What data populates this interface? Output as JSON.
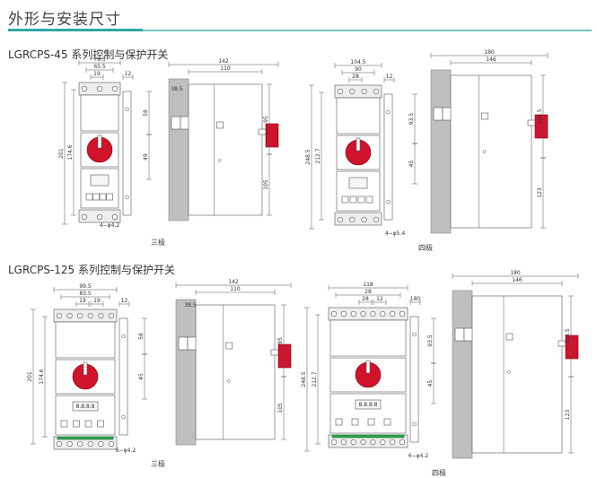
{
  "header": {
    "title": "外形与安装尺寸"
  },
  "sections": [
    {
      "heading": "LGRCPS-45 系列控制与保护开关",
      "left": {
        "caption": "三极",
        "dims": [
          "79.5",
          "65.5",
          "19",
          "12",
          "142",
          "110",
          "38.5",
          "201",
          "174.6",
          "58",
          "49",
          "95",
          "105",
          "4−φ4.2"
        ]
      },
      "right": {
        "caption": "四极",
        "dims": [
          "104.5",
          "90",
          "28",
          "12",
          "180",
          "146",
          "248.5",
          "212.7",
          "93.5",
          "45",
          "123.5",
          "123",
          "4−φ5.4"
        ]
      }
    },
    {
      "heading": "LGRCPS-125 系列控制与保护开关",
      "left": {
        "caption": "三极",
        "dims": [
          "99.5",
          "83.5",
          "19",
          "19",
          "12",
          "142",
          "110",
          "38.5",
          "201",
          "174.6",
          "58",
          "45",
          "95",
          "105",
          "6−φ4.2",
          "8.8.8.8"
        ]
      },
      "right": {
        "caption": "四极",
        "dims": [
          "118",
          "28",
          "28",
          "12",
          "180",
          "146",
          "248.5",
          "212.7",
          "93.5",
          "45",
          "123.5",
          "123",
          "6−φ4.2",
          "8.8.8.8"
        ]
      }
    }
  ],
  "colors": {
    "accent": "#2fa8a3",
    "knob": "#d0122b",
    "terminals": "#2fa34e",
    "housing": "#bfbfbf"
  }
}
